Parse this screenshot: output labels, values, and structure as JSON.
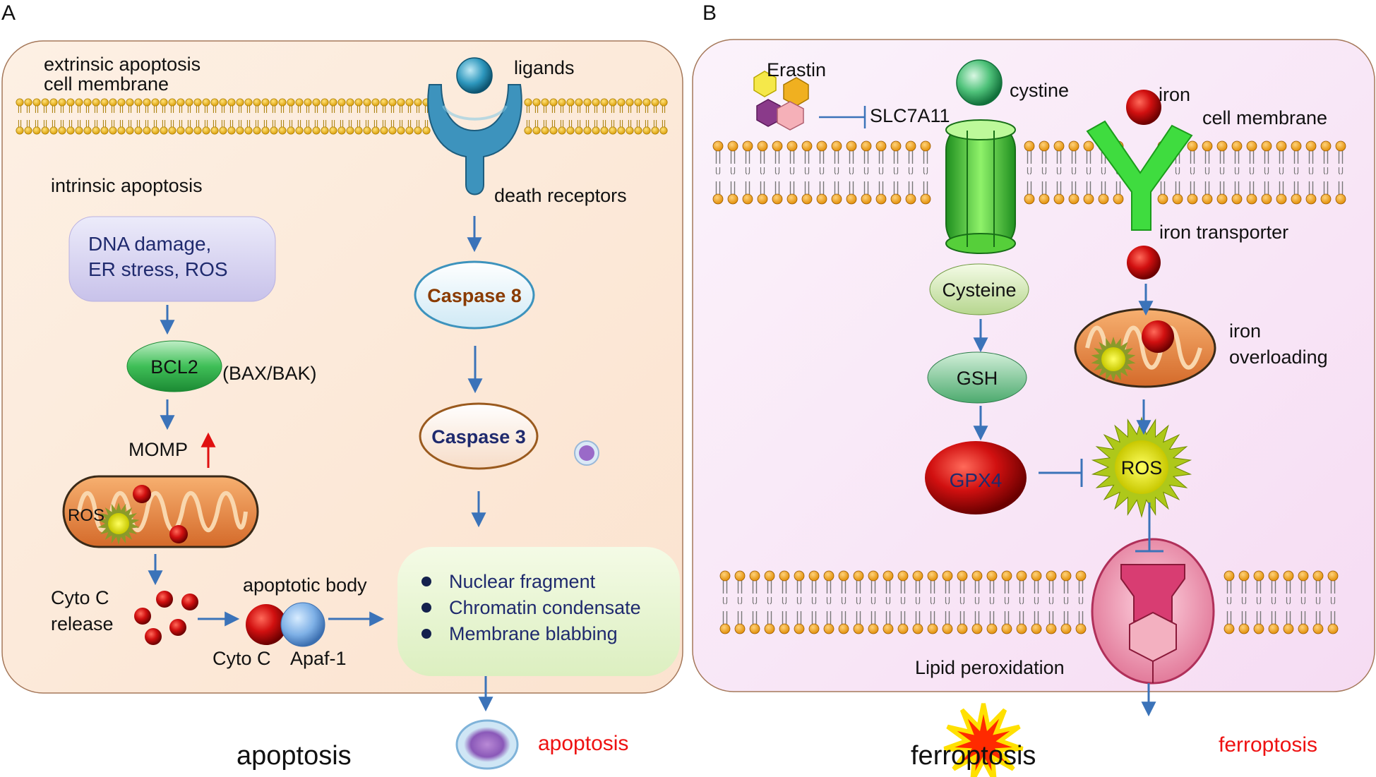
{
  "panel_a": {
    "letter": "A",
    "label_extrinsic": "extrinsic apoptosis",
    "label_membrane": "cell membrane",
    "label_intrinsic": "intrinsic apoptosis",
    "label_ligands": "ligands",
    "label_death_receptors": "death receptors",
    "stress_line1": "DNA damage,",
    "stress_line2": "ER stress, ROS",
    "bcl2": "BCL2",
    "bax_bak": "(BAX/BAK)",
    "momp": "MOMP",
    "ros": "ROS",
    "cytoc_line1": "Cyto C",
    "cytoc_line2": "release",
    "apoptotic_body": "apoptotic body",
    "cyto_c": "Cyto C",
    "apaf1": "Apaf-1",
    "caspase8": "Caspase 8",
    "caspase3": "Caspase 3",
    "outcomes": [
      "Nuclear fragment",
      "Chromatin condensate",
      "Membrane blabbing"
    ],
    "outcome_label": "apoptosis",
    "caption": "apoptosis"
  },
  "panel_b": {
    "letter": "B",
    "erastin": "Erastin",
    "slc7a11": "SLC7A11",
    "cystine": "cystine",
    "iron": "iron",
    "cell_membrane": "cell membrane",
    "iron_transporter": "iron transporter",
    "cysteine": "Cysteine",
    "gsh": "GSH",
    "gpx4": "GPX4",
    "iron_overloading_line1": "iron",
    "iron_overloading_line2": "overloading",
    "ros": "ROS",
    "lipid_peroxidation": "Lipid peroxidation",
    "outcome_label": "ferroptosis",
    "caption": "ferroptosis"
  }
}
